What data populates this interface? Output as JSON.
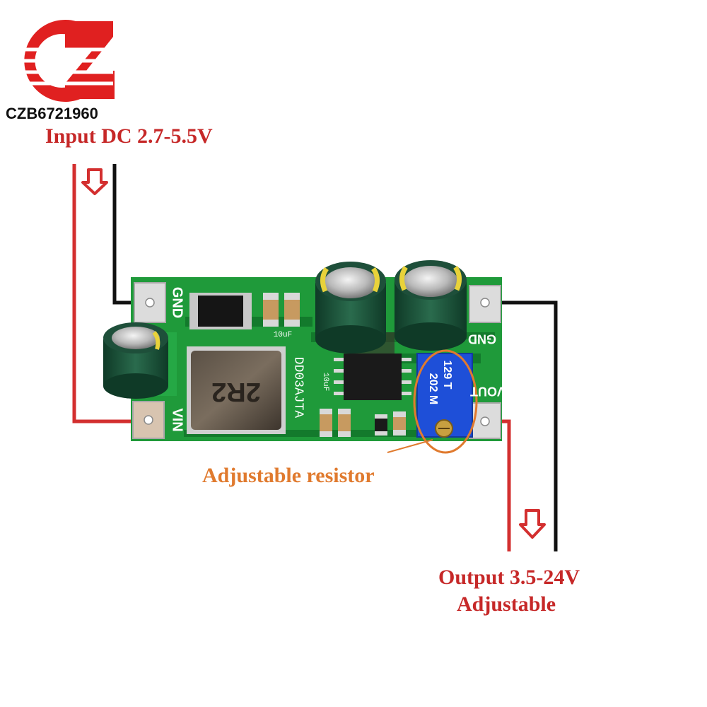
{
  "brand": {
    "logo_icon": "cz-logo-icon",
    "text": "CZB6721960",
    "colors": {
      "logo": "#e02020",
      "logo_stripe": "#ffffff",
      "text": "#111111"
    }
  },
  "labels": {
    "input": "Input DC 2.7-5.5V",
    "adjustable_resistor": "Adjustable resistor",
    "output_line1": "Output 3.5-24V",
    "output_line2": "Adjustable"
  },
  "board": {
    "silkscreen": {
      "gnd_in": "GND",
      "vin": "VIN",
      "gnd_out": "GND",
      "vout": "VOUT",
      "model": "DD03AJTA",
      "cap_10uf_a": "10uF",
      "cap_10uf_b": "10uF",
      "inductor": "2R2",
      "pot_line1": "129 T",
      "pot_line2": "202 M"
    }
  },
  "colors": {
    "wire_red": "#d32f2f",
    "wire_black": "#111111",
    "label_red": "#c62828",
    "label_orange": "#e07a2e",
    "pcb_green": "#1f9a3a",
    "pcb_dark": "#137a2c",
    "pad": "#d9d9d9",
    "cap_body": "#1e4f3a",
    "pot_blue": "#1e4fd8"
  }
}
